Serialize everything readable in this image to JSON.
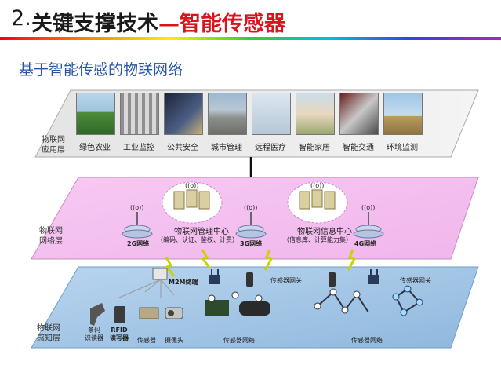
{
  "title": {
    "number": "2.",
    "part1": "关键支撑技术",
    "dash": "—",
    "part2": "智能传感器"
  },
  "subtitle": "基于智能传感的物联网络",
  "layers": {
    "application": {
      "name": "物联网\n应用层",
      "apps": [
        "绿色农业",
        "工业监控",
        "公共安全",
        "城市管理",
        "远程医疗",
        "智能家居",
        "智能交通",
        "环境监测"
      ]
    },
    "network": {
      "name": "物联网\n网络层",
      "mgmt_center": "物联网管理中心",
      "mgmt_detail": "（编码、认证、鉴权、计费）",
      "info_center": "物联网信息中心",
      "info_detail": "（信息库、计算能力集）",
      "net_2g": "2G网络",
      "net_3g": "3G网络",
      "net_4g": "4G网络",
      "antenna_tag": "((o))"
    },
    "perception": {
      "name": "物联网\n感知层",
      "m2m": "M2M终端",
      "gateway1": "传感器网关",
      "gateway2": "传感器网关",
      "barcode": "条码\n识读器",
      "rfid": "RFID\n读写器",
      "sensor": "传感器",
      "camera": "摄像头",
      "sensor_net1": "传感器网络",
      "sensor_net2": "传感器网络"
    }
  },
  "colors": {
    "title_red": "#d8141c",
    "subtitle_blue": "#2a55a5",
    "network_pink": "#f5c8f0",
    "perception_blue": "#a6c8e6"
  }
}
